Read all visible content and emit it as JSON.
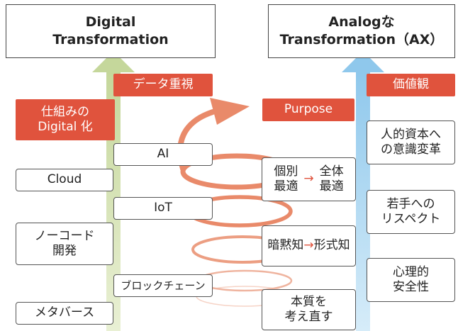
{
  "left": {
    "title": "Digital\nTransformation",
    "header_tag": "データ重視",
    "section_tag": "仕組みの\nDigital 化",
    "items_left": [
      "Cloud",
      "ノーコード\n開発",
      "メタバース"
    ],
    "items_right": [
      "AI",
      "IoT",
      "ブロックチェーン"
    ]
  },
  "right": {
    "title": "Analogな\nTransformation（AX）",
    "header_tag": "価値観",
    "purpose_tag": "Purpose",
    "shift1": {
      "left_top": "個別",
      "left_bottom": "最適",
      "right_top": "全体",
      "right_bottom": "最適",
      "arrow": "→"
    },
    "shift2": {
      "left": "暗黙知",
      "arrow": "→",
      "right": "形式知"
    },
    "shift3": "本質を\n考え直す",
    "values": [
      "人的資本へ\nの意識変革",
      "若手への\nリスペクト",
      "心理的\n安全性"
    ]
  },
  "colors": {
    "accent": "#e0533d",
    "green_arrow": "#c5d79b",
    "blue_arrow": "#8fc8ec",
    "spiral": "#e98a6a"
  }
}
